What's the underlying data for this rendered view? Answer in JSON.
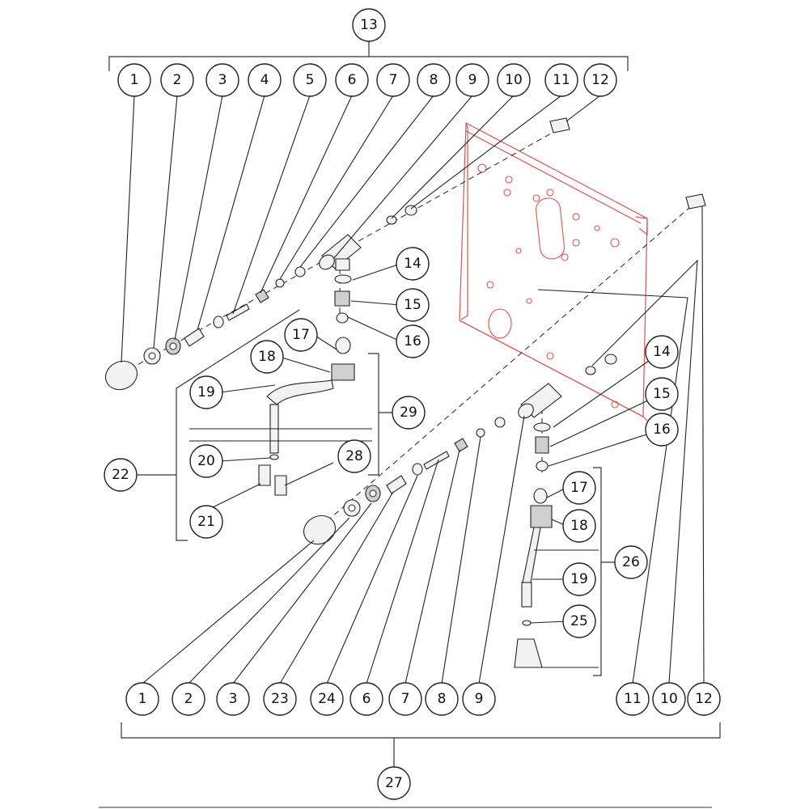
{
  "diagram": {
    "accent_color": "#e05252",
    "line_color": "#222222",
    "callouts": {
      "c1a": "1",
      "c2a": "2",
      "c3a": "3",
      "c4a": "4",
      "c5a": "5",
      "c6a": "6",
      "c7a": "7",
      "c8a": "8",
      "c9a": "9",
      "c10a": "10",
      "c11a": "11",
      "c12a": "12",
      "c13": "13",
      "c14a": "14",
      "c15a": "15",
      "c16a": "16",
      "c17a": "17",
      "c18a": "18",
      "c19a": "19",
      "c20": "20",
      "c21": "21",
      "c22": "22",
      "c28": "28",
      "c29": "29",
      "c14b": "14",
      "c15b": "15",
      "c16b": "16",
      "c17b": "17",
      "c18b": "18",
      "c19b": "19",
      "c25": "25",
      "c26": "26",
      "c1b": "1",
      "c2b": "2",
      "c3b": "3",
      "c23": "23",
      "c24": "24",
      "c6b": "6",
      "c7b": "7",
      "c8b": "8",
      "c9b": "9",
      "c11b": "11",
      "c10b": "10",
      "c12b": "12",
      "c27": "27"
    }
  }
}
